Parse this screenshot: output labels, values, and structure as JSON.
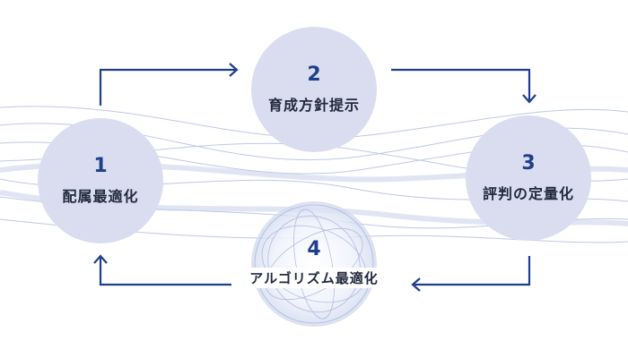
{
  "colors": {
    "arrow": "#1f3f8a",
    "node_fill": "#d9ddef",
    "wave": "#8c9bd0"
  },
  "nodes": [
    {
      "number": "1",
      "label": "配属最適化"
    },
    {
      "number": "2",
      "label": "育成方針提示"
    },
    {
      "number": "3",
      "label": "評判の定量化"
    },
    {
      "number": "4",
      "label": "アルゴリズム最適化"
    }
  ]
}
